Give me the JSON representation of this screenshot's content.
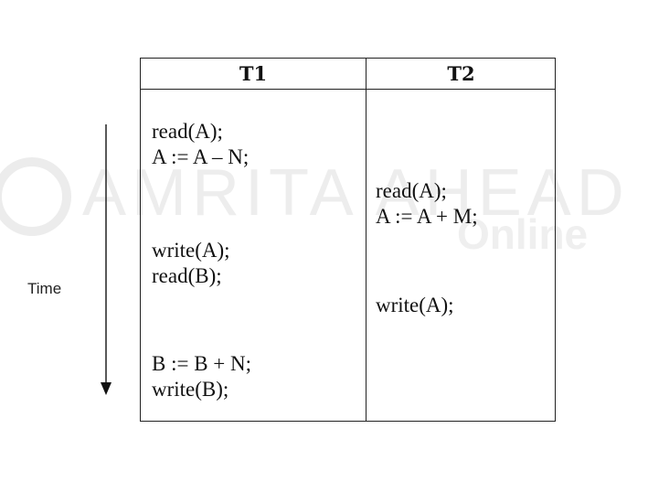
{
  "table": {
    "headers": {
      "t1": "T1",
      "t2": "T2"
    },
    "t1_operations": [
      "read(A);",
      "A := A – N;",
      "write(A);",
      "read(B);",
      "B := B + N;",
      "write(B);"
    ],
    "t2_operations": [
      "read(A);",
      "A := A + M;",
      "write(A);"
    ]
  },
  "time_axis": {
    "label": "Time"
  },
  "colors": {
    "lines": "#222222",
    "text": "#111111",
    "watermark": "#e9e9e9"
  },
  "watermark_text": [
    "AMRITA AHEAD",
    "Online"
  ]
}
